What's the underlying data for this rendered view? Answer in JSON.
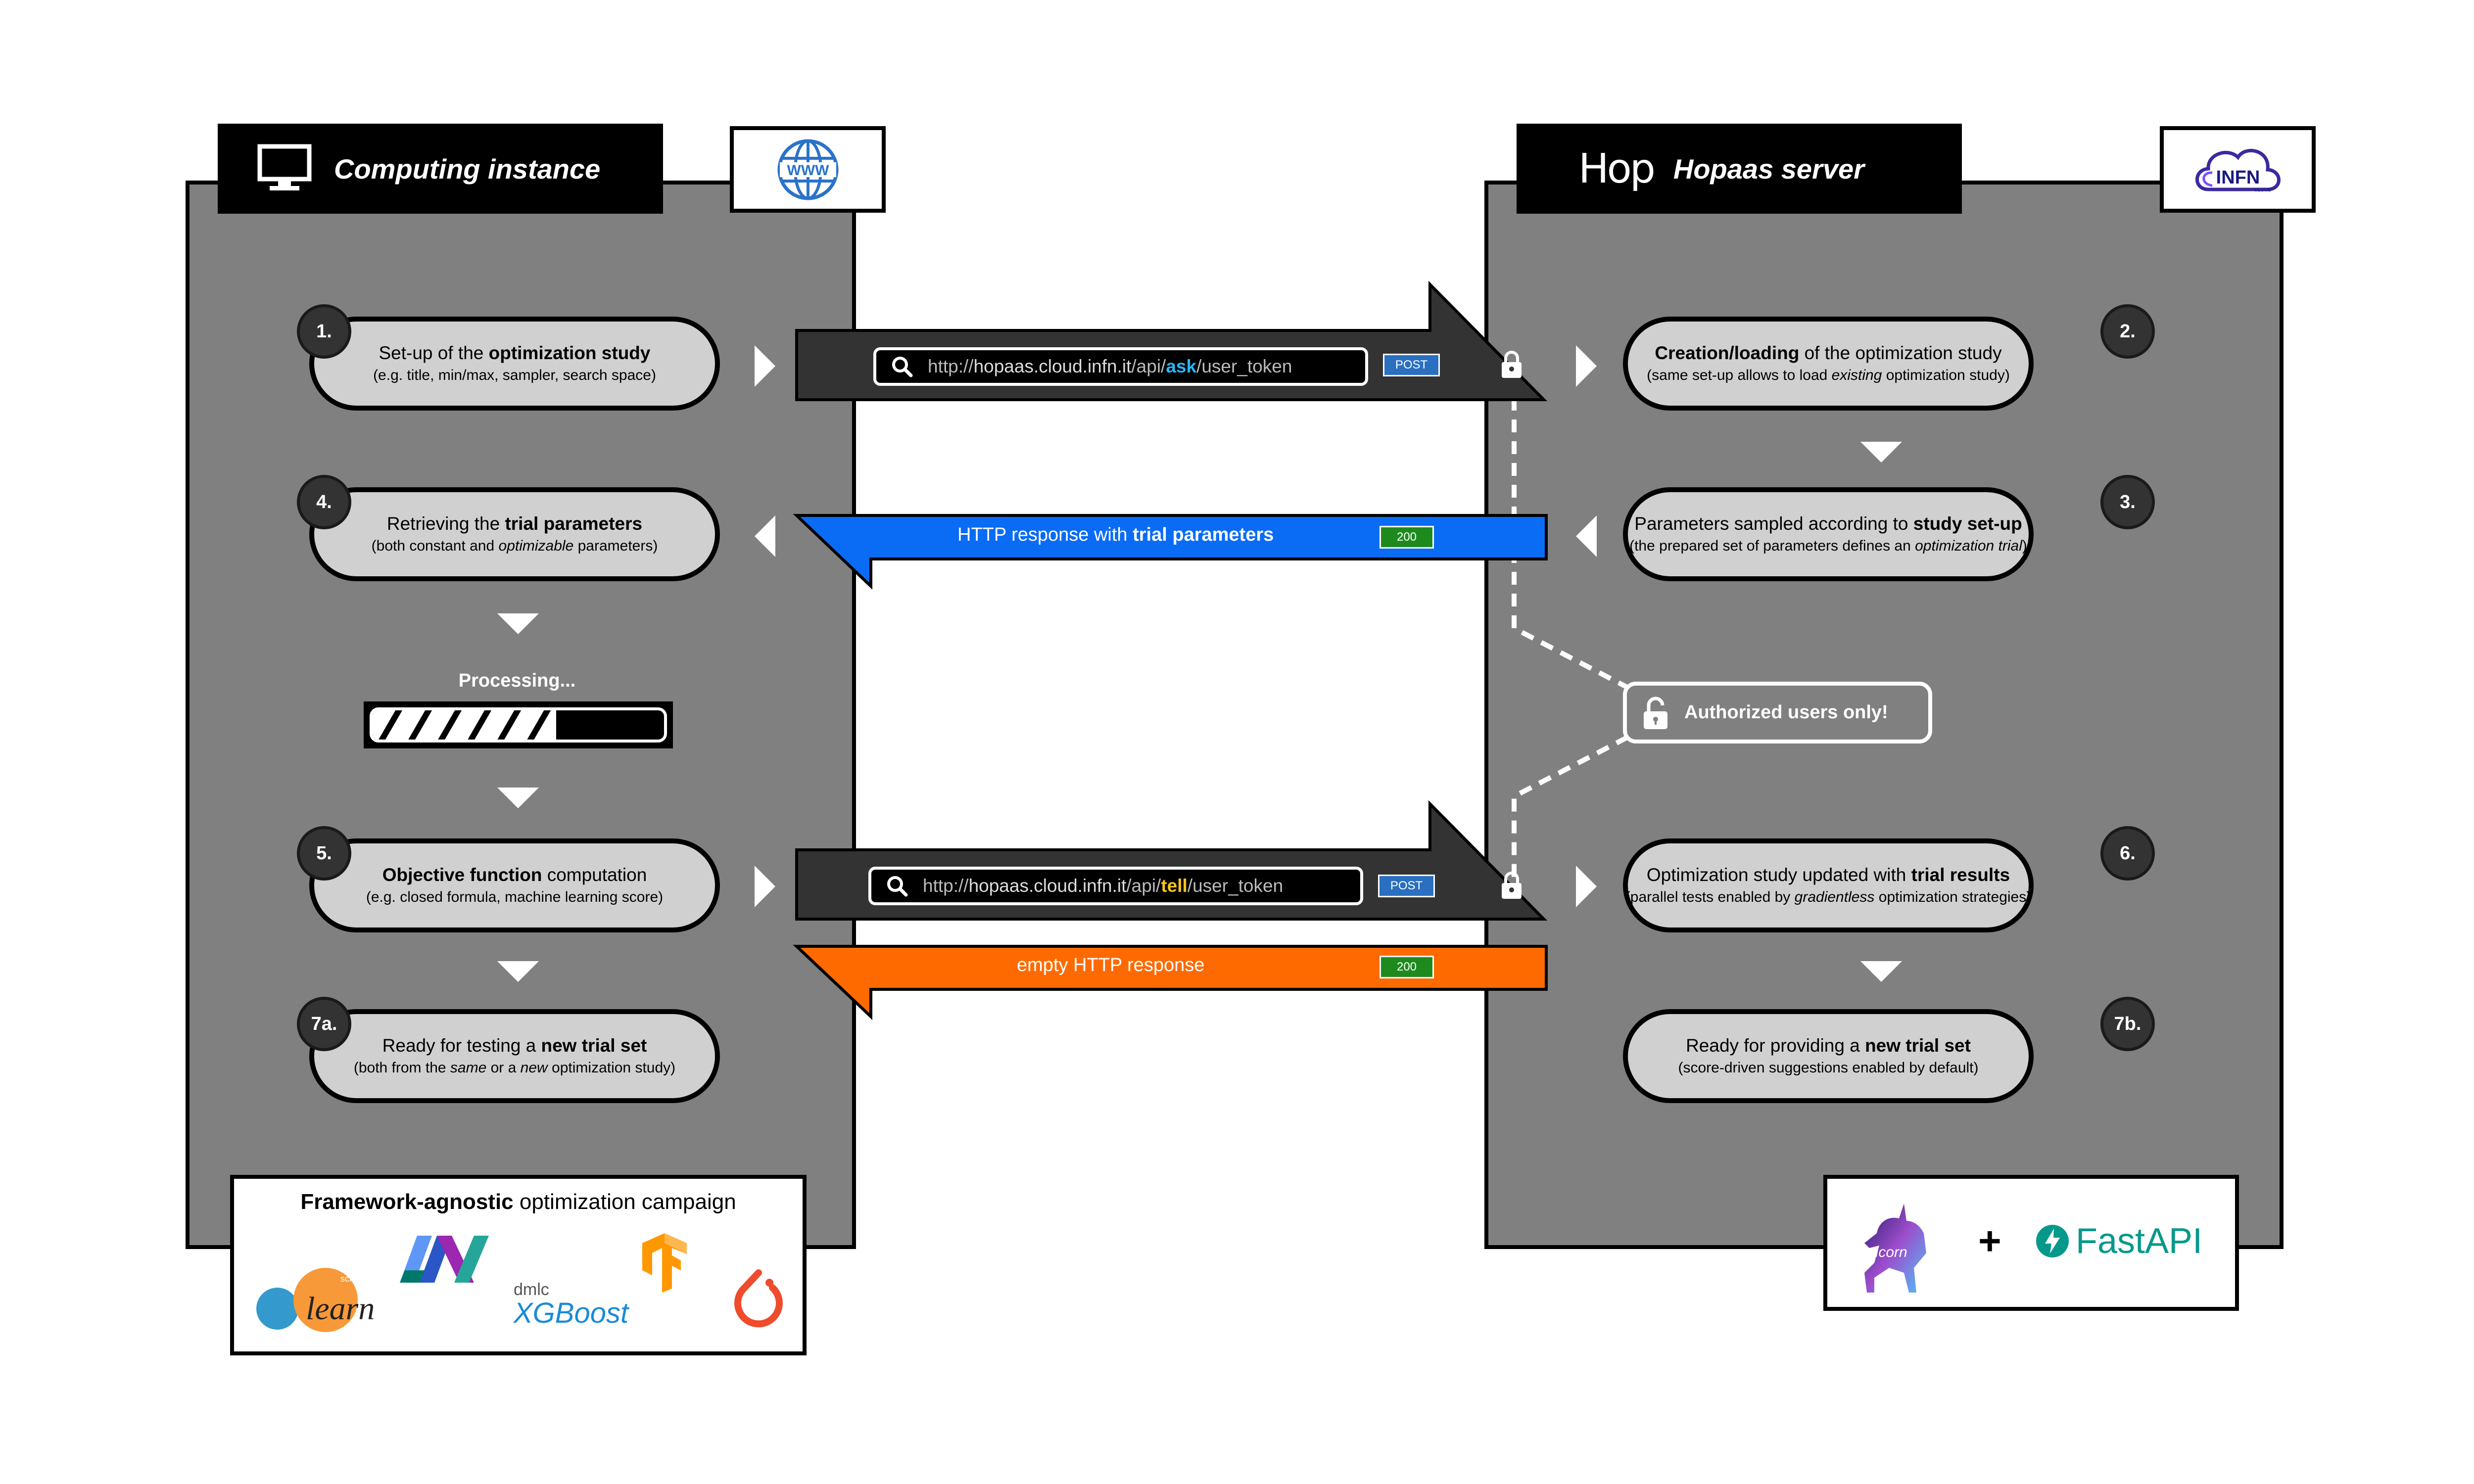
{
  "left": {
    "title": "Computing instance",
    "logo_text": "WWW",
    "steps": [
      {
        "num": "1.",
        "line1_a": "Set-up of the ",
        "line1_b": "optimization study",
        "line1_c": "",
        "line2": "(e.g. title, min/max, sampler, search space)"
      },
      {
        "num": "4.",
        "line1_a": "Retrieving the ",
        "line1_b": "trial parameters",
        "line1_c": "",
        "line2_a": "(both constant and ",
        "line2_i": "optimizable",
        "line2_c": " parameters)"
      },
      {
        "num": "5.",
        "line1_b": "Objective function",
        "line1_c": " computation",
        "line2": "(e.g. closed formula, machine learning score)"
      },
      {
        "num": "7a.",
        "line1_a": "Ready for testing a ",
        "line1_b": "new trial set",
        "line2_a": "(both from the ",
        "line2_i1": "same",
        "line2_m": " or a ",
        "line2_i2": "new",
        "line2_c": " optimization study)"
      }
    ],
    "processing_label": "Processing...",
    "progress": 0.63
  },
  "right": {
    "title": "Hopaas server",
    "hop_logo": "Hop",
    "infn_logo": "INFN",
    "infn_sub": "CLOUD",
    "steps": [
      {
        "num": "2.",
        "line1_b": "Creation/loading",
        "line1_c": " of the optimization study",
        "line2_a": "(same set-up allows to load ",
        "line2_i": "existing",
        "line2_c": " optimization study)"
      },
      {
        "num": "3.",
        "line1_a": "Parameters sampled according to ",
        "line1_b": "study set-up",
        "line2_a": "(the prepared set of parameters defines an ",
        "line2_i": "optimization trial",
        "line2_c": ")"
      },
      {
        "num": "6.",
        "line1_a": "Optimization study updated with ",
        "line1_b": "trial results",
        "line2_a": "(parallel tests enabled by ",
        "line2_i": "gradientless",
        "line2_c": " optimization strategies)"
      },
      {
        "num": "7b.",
        "line1_a": "Ready for providing a ",
        "line1_b": "new trial set",
        "line2": "(score-driven suggestions enabled by default)"
      }
    ],
    "authorized": "Authorized users only!"
  },
  "arrows": {
    "ask": {
      "prefix": "http://",
      "host": "hopaas.cloud.infn.it",
      "path1": "/api/",
      "endpoint": "ask",
      "path2": "/user_token",
      "method": "POST"
    },
    "response1": {
      "text_a": "HTTP response with ",
      "text_b": "trial parameters",
      "code": "200"
    },
    "tell": {
      "prefix": "http://",
      "host": "hopaas.cloud.infn.it",
      "path1": "/api/",
      "endpoint": "tell",
      "path2": "/user_token",
      "method": "POST"
    },
    "response2": {
      "text": "empty HTTP response",
      "code": "200"
    }
  },
  "frameworks": {
    "title_b": "Framework-agnostic",
    "title_c": " optimization campaign",
    "sklearn_top": "scikit",
    "sklearn": "learn",
    "dmlc": "dmlc",
    "xgboost": "XGBoost"
  },
  "server_stack": {
    "uvicorn": "uvicorn",
    "plus": "+",
    "fastapi": "FastAPI"
  },
  "colors": {
    "panel": "#808080",
    "dark_arrow": "#333333",
    "blue_arrow": "#0a6cf5",
    "orange_arrow": "#ff6a00",
    "ask": "#29b6f6",
    "tell": "#f5c518",
    "post_badge": "#2a6fc0",
    "ok_badge": "#1e8a1e",
    "fastapi": "#05998b"
  }
}
